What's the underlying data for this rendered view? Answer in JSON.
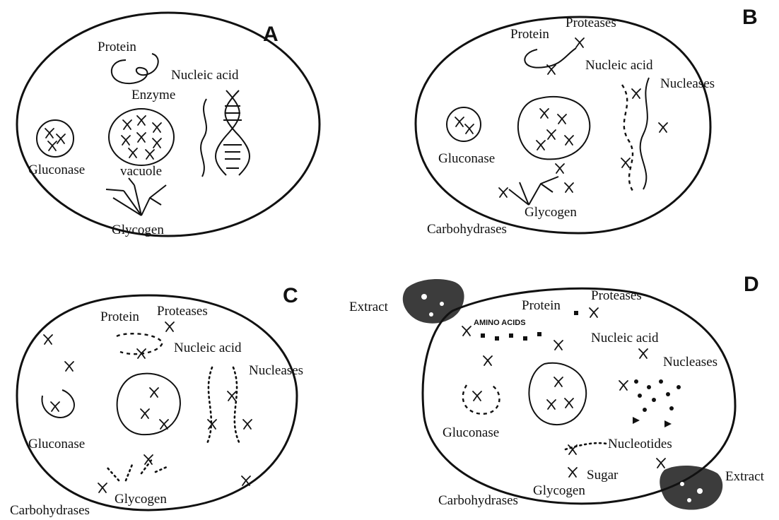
{
  "panels": {
    "a": {
      "letter": "A",
      "labels": {
        "protein": "Protein",
        "nucleic_acid": "Nucleic acid",
        "enzyme": "Enzyme",
        "gluconase": "Gluconase",
        "vacuole": "vacuole",
        "glycogen": "Glycogen"
      }
    },
    "b": {
      "letter": "B",
      "labels": {
        "protein": "Protein",
        "proteases": "Proteases",
        "nucleic_acid": "Nucleic acid",
        "nucleases": "Nucleases",
        "gluconase": "Gluconase",
        "glycogen": "Glycogen",
        "carbohydrases": "Carbohydrases"
      }
    },
    "c": {
      "letter": "C",
      "labels": {
        "protein": "Protein",
        "proteases": "Proteases",
        "nucleic_acid": "Nucleic acid",
        "nucleases": "Nucleases",
        "gluconase": "Gluconase",
        "glycogen": "Glycogen",
        "carbohydrases": "Carbohydrases"
      }
    },
    "d": {
      "letter": "D",
      "labels": {
        "extract_top": "Extract",
        "protein": "Protein",
        "proteases": "Proteases",
        "amino_acids": "AMINO ACIDS",
        "nucleic_acid": "Nucleic acid",
        "nucleases": "Nucleases",
        "gluconase": "Gluconase",
        "nucleotides": "Nucleotides",
        "sugar": "Sugar",
        "extract_bottom": "Extract",
        "carbohydrases": "Carbohydrases",
        "glycogen": "Glycogen"
      }
    }
  }
}
